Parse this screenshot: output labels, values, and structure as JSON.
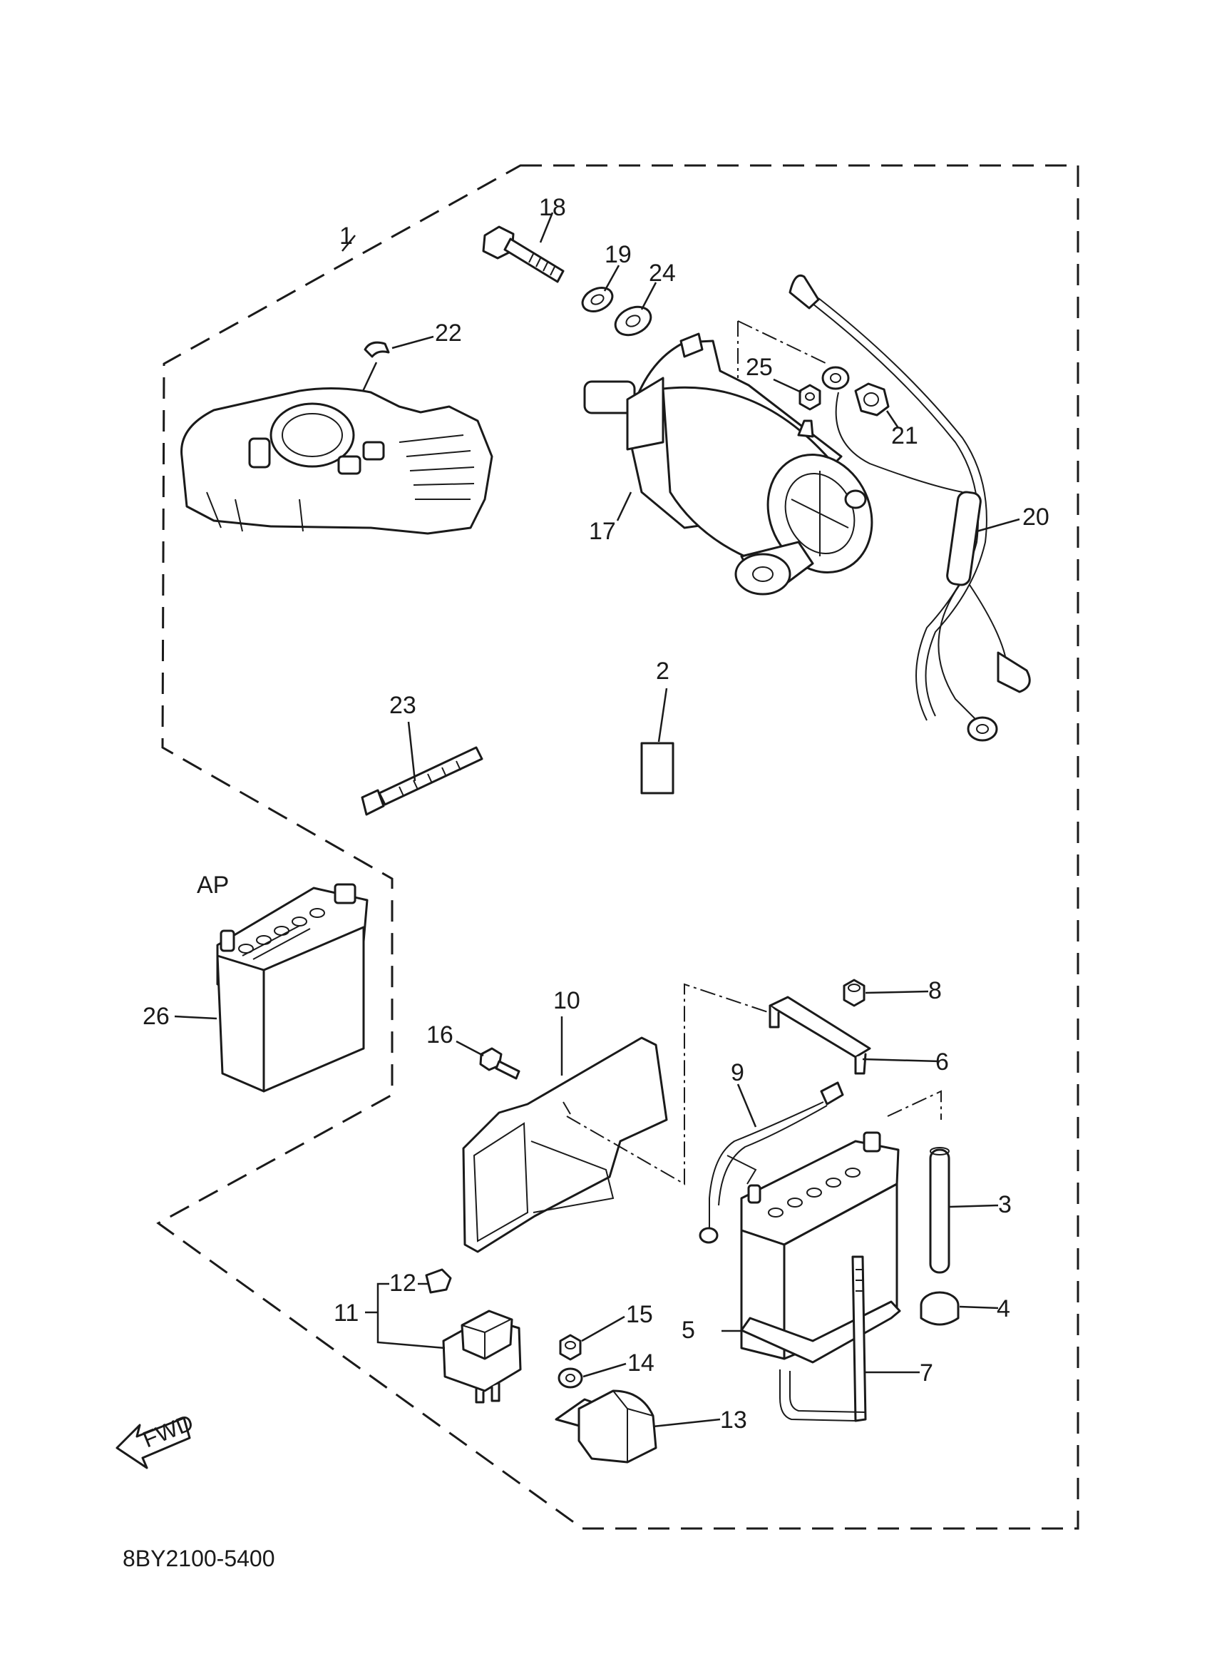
{
  "diagram": {
    "callouts": [
      {
        "id": "1",
        "text": "1"
      },
      {
        "id": "2",
        "text": "2"
      },
      {
        "id": "3",
        "text": "3"
      },
      {
        "id": "4",
        "text": "4"
      },
      {
        "id": "5",
        "text": "5"
      },
      {
        "id": "6",
        "text": "6"
      },
      {
        "id": "7",
        "text": "7"
      },
      {
        "id": "8",
        "text": "8"
      },
      {
        "id": "9",
        "text": "9"
      },
      {
        "id": "10",
        "text": "10"
      },
      {
        "id": "11",
        "text": "11"
      },
      {
        "id": "12",
        "text": "12"
      },
      {
        "id": "13",
        "text": "13"
      },
      {
        "id": "14",
        "text": "14"
      },
      {
        "id": "15",
        "text": "15"
      },
      {
        "id": "16",
        "text": "16"
      },
      {
        "id": "17",
        "text": "17"
      },
      {
        "id": "18",
        "text": "18"
      },
      {
        "id": "19",
        "text": "19"
      },
      {
        "id": "20",
        "text": "20"
      },
      {
        "id": "21",
        "text": "21"
      },
      {
        "id": "22",
        "text": "22"
      },
      {
        "id": "23",
        "text": "23"
      },
      {
        "id": "24",
        "text": "24"
      },
      {
        "id": "25",
        "text": "25"
      },
      {
        "id": "26",
        "text": "26"
      }
    ],
    "ap_label": "AP",
    "fwd_label": "FWD",
    "diagram_code": "8BY2100-5400"
  }
}
